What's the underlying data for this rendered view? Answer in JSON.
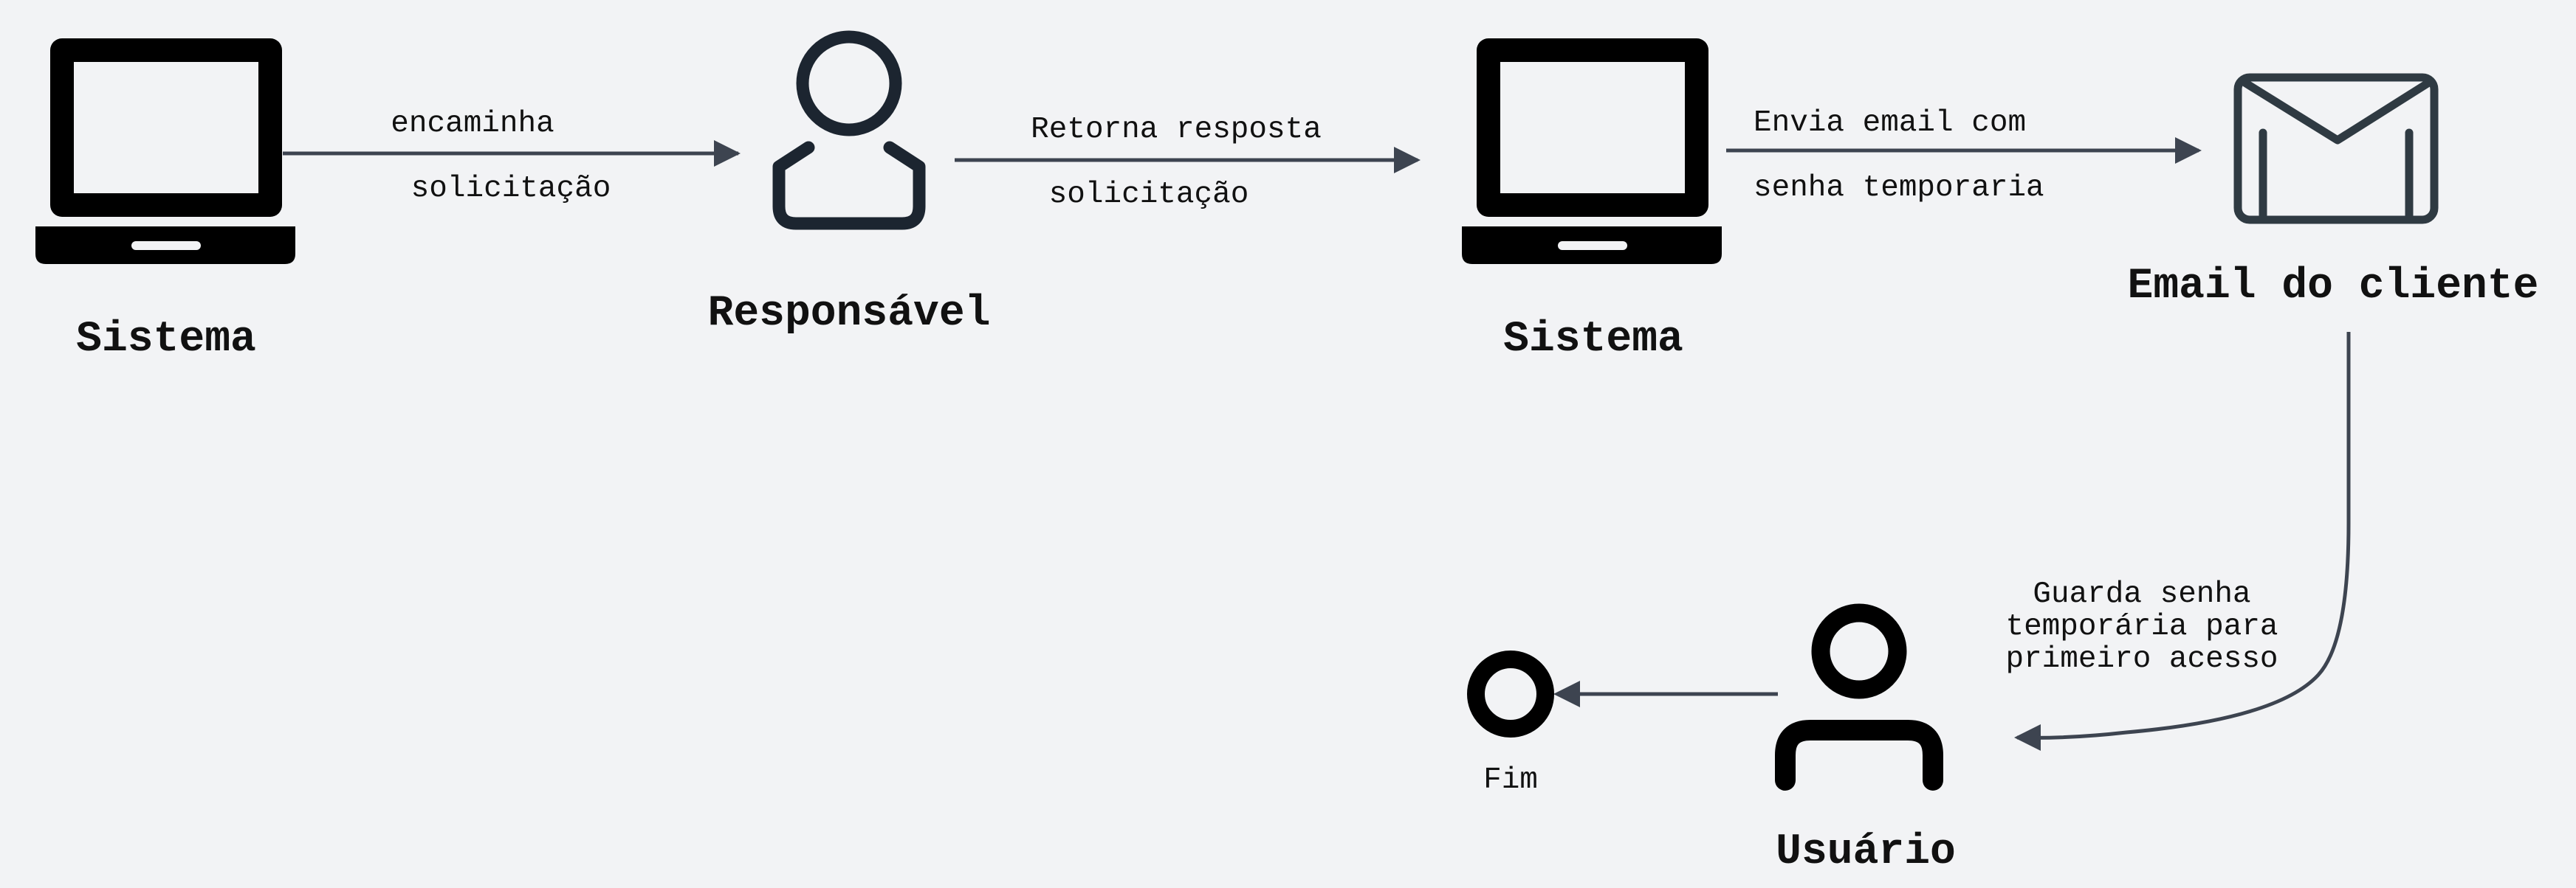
{
  "nodes": {
    "sistema_1": {
      "label": "Sistema",
      "icon": "laptop-icon"
    },
    "responsavel": {
      "label": "Responsável",
      "icon": "user-outline-icon"
    },
    "sistema_2": {
      "label": "Sistema",
      "icon": "laptop-icon"
    },
    "email": {
      "label": "Email do cliente",
      "icon": "envelope-icon"
    },
    "usuario": {
      "label": "Usuário",
      "icon": "user-icon"
    },
    "fim": {
      "label": "Fim",
      "icon": "end-circle-icon"
    }
  },
  "edges": {
    "e1": {
      "line1": "encaminha",
      "line2": "solicitação"
    },
    "e2": {
      "line1": "Retorna resposta",
      "line2": "solicitação"
    },
    "e3": {
      "line1": "Envia email com",
      "line2": "senha temporaria"
    },
    "e4": {
      "line1": "Guarda senha",
      "line2": "temporária para",
      "line3": "primeiro acesso"
    }
  },
  "colors": {
    "background": "#f2f3f5",
    "icon_black": "#000000",
    "icon_dark": "#1c2530",
    "envelope": "#2f3a42",
    "arrow": "#3d4450",
    "text": "#111111"
  }
}
